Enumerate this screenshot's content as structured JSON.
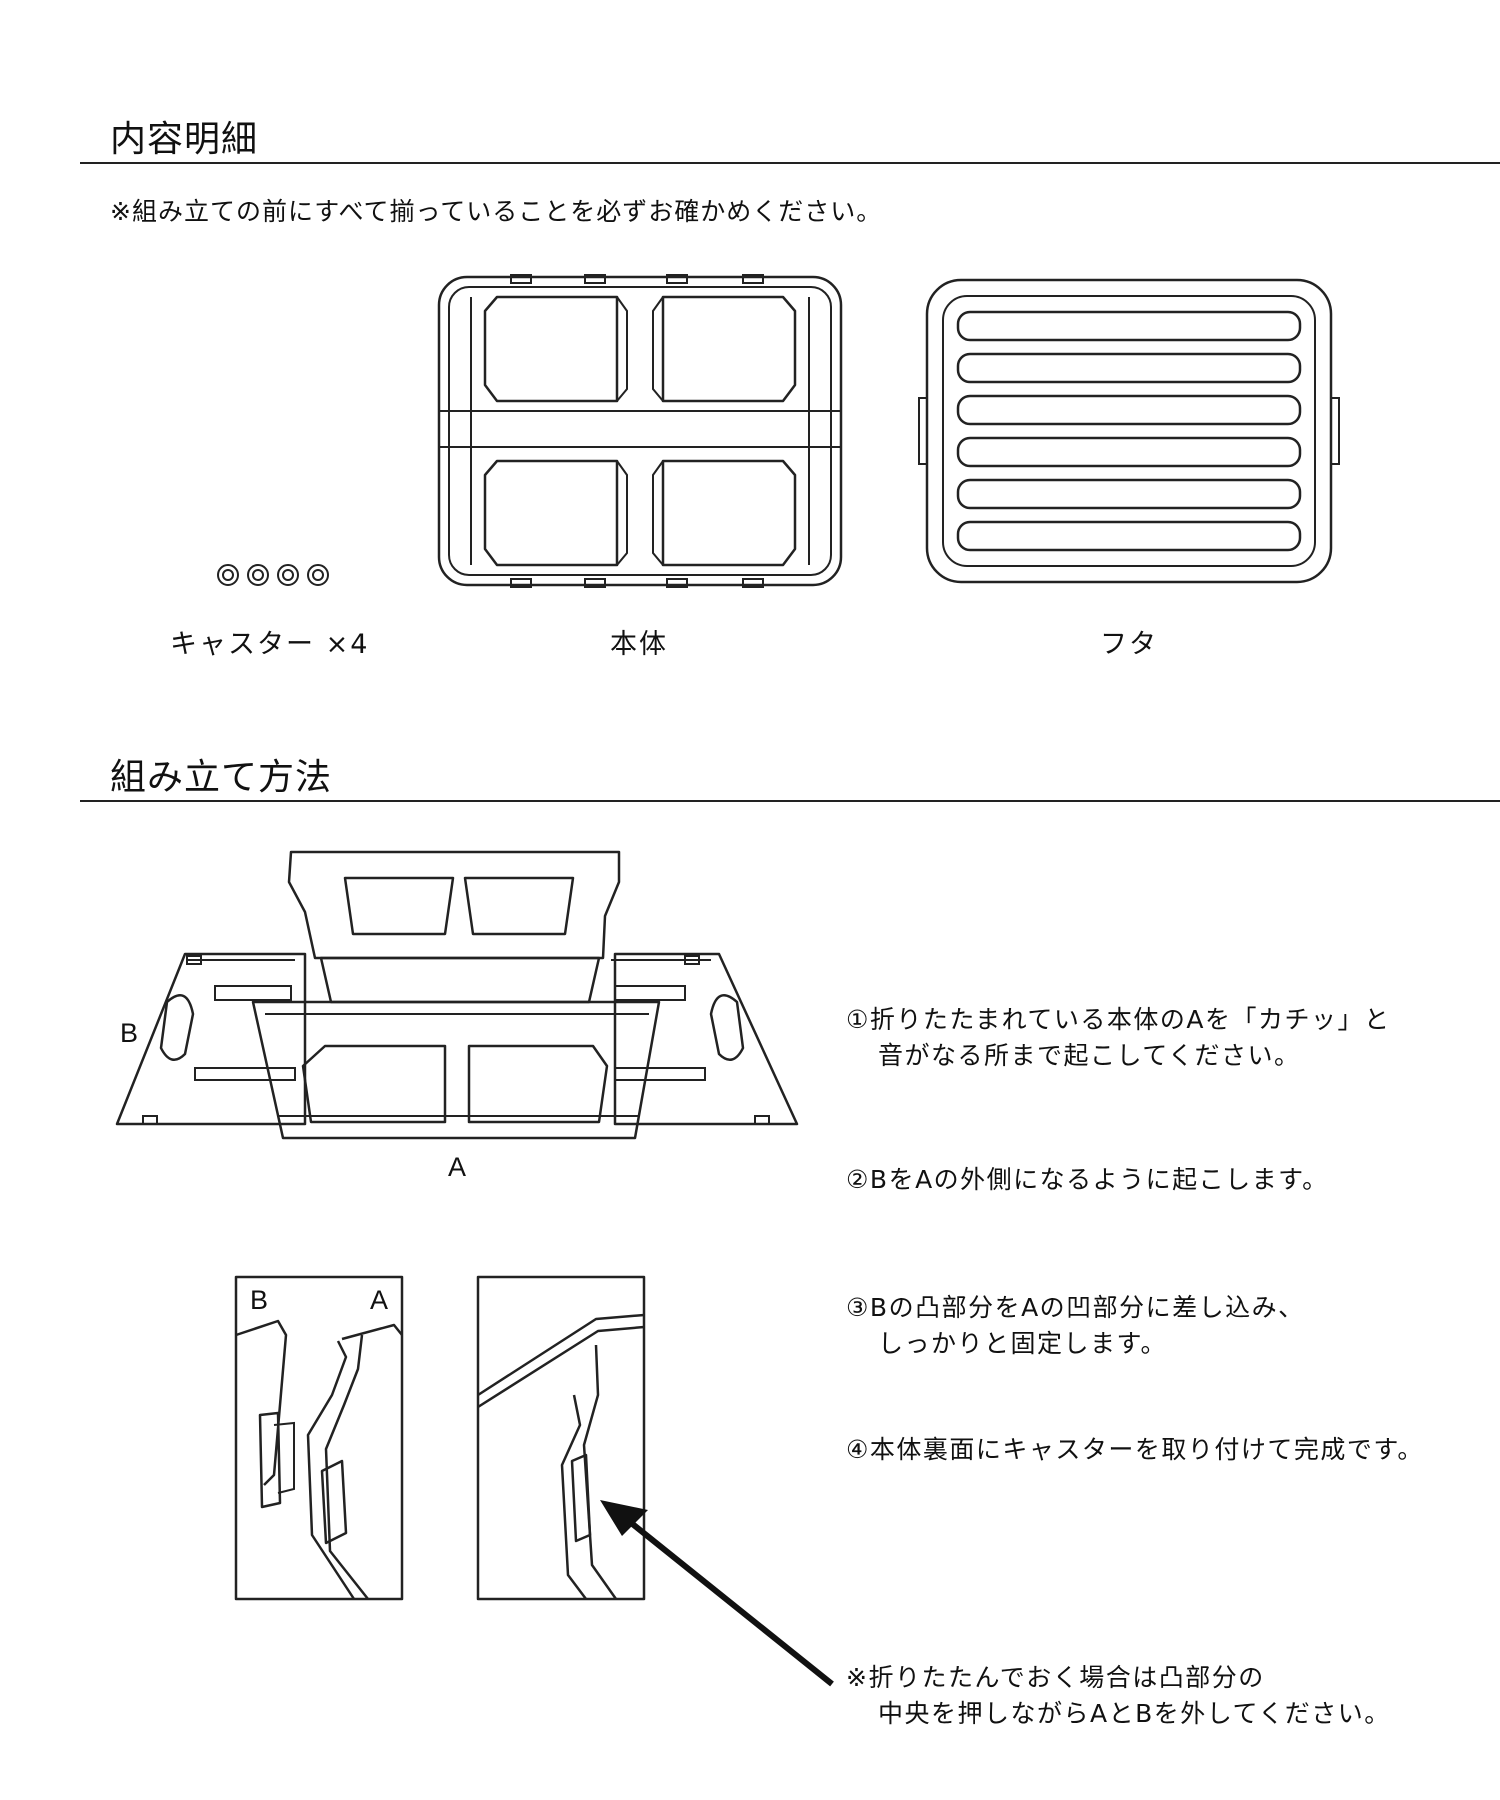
{
  "contents": {
    "title": "内容明細",
    "note": "※組み立ての前にすべて揃っていることを必ずお確かめください。",
    "items": [
      {
        "label": "キャスター ×4",
        "icon": "caster-icon"
      },
      {
        "label": "本体",
        "icon": "body-box-icon"
      },
      {
        "label": "フタ",
        "icon": "lid-icon"
      }
    ]
  },
  "assembly": {
    "title": "組み立て方法",
    "diagram_labels": {
      "a": "A",
      "b": "B"
    },
    "steps": [
      {
        "line1": "①折りたたまれている本体のAを「カチッ」と",
        "line2": "音がなる所まで起こしてください。"
      },
      {
        "line1": "②BをAの外側になるように起こします。"
      },
      {
        "line1": "③Bの凸部分をAの凹部分に差し込み、",
        "line2": "しっかりと固定します。"
      },
      {
        "line1": "④本体裏面にキャスターを取り付けて完成です。"
      }
    ],
    "fold_note": {
      "line1": "※折りたたんでおく場合は凸部分の",
      "line2": "中央を押しながらAとBを外してください。"
    }
  }
}
